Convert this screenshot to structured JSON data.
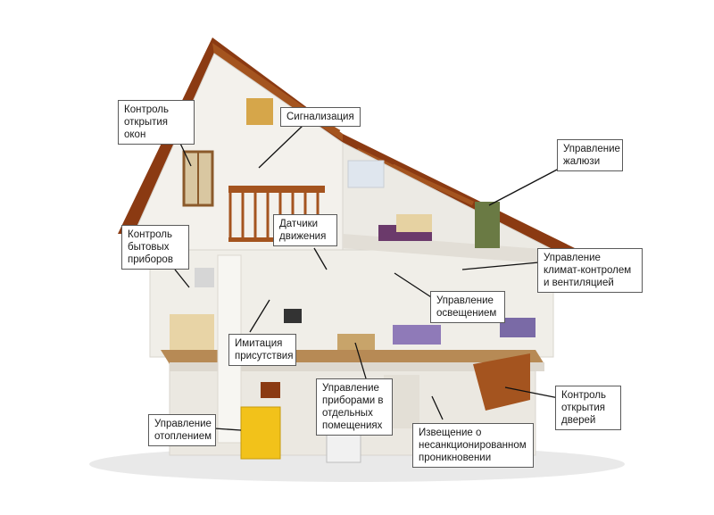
{
  "labels": {
    "window_control": "Контроль\nоткрытия окон",
    "alarm": "Сигнализация",
    "blinds": "Управление\nжалюзи",
    "appliances_control": "Контроль\nбытовых\nприборов",
    "motion_sensors": "Датчики\nдвижения",
    "climate": "Управление\nклимат-контролем\nи вентиляцией",
    "lighting": "Управление\nосвещением",
    "presence": "Имитация\nприсутствия",
    "room_devices": "Управление\nприборами в\nотдельных\nпомещениях",
    "door_control": "Контроль\nоткрытия\nдверей",
    "heating": "Управление\nотоплением",
    "intrusion": "Извещение о\nнесанкционированном\nпроникновении"
  },
  "colors": {
    "roof": "#8b3a12",
    "roof_beams": "#a4541f",
    "walls": "#f3f1ec",
    "floor_wood": "#b78a55",
    "boiler": "#f2c21a",
    "furniture_purple": "#6b3a6b",
    "leader_line": "#111111"
  }
}
